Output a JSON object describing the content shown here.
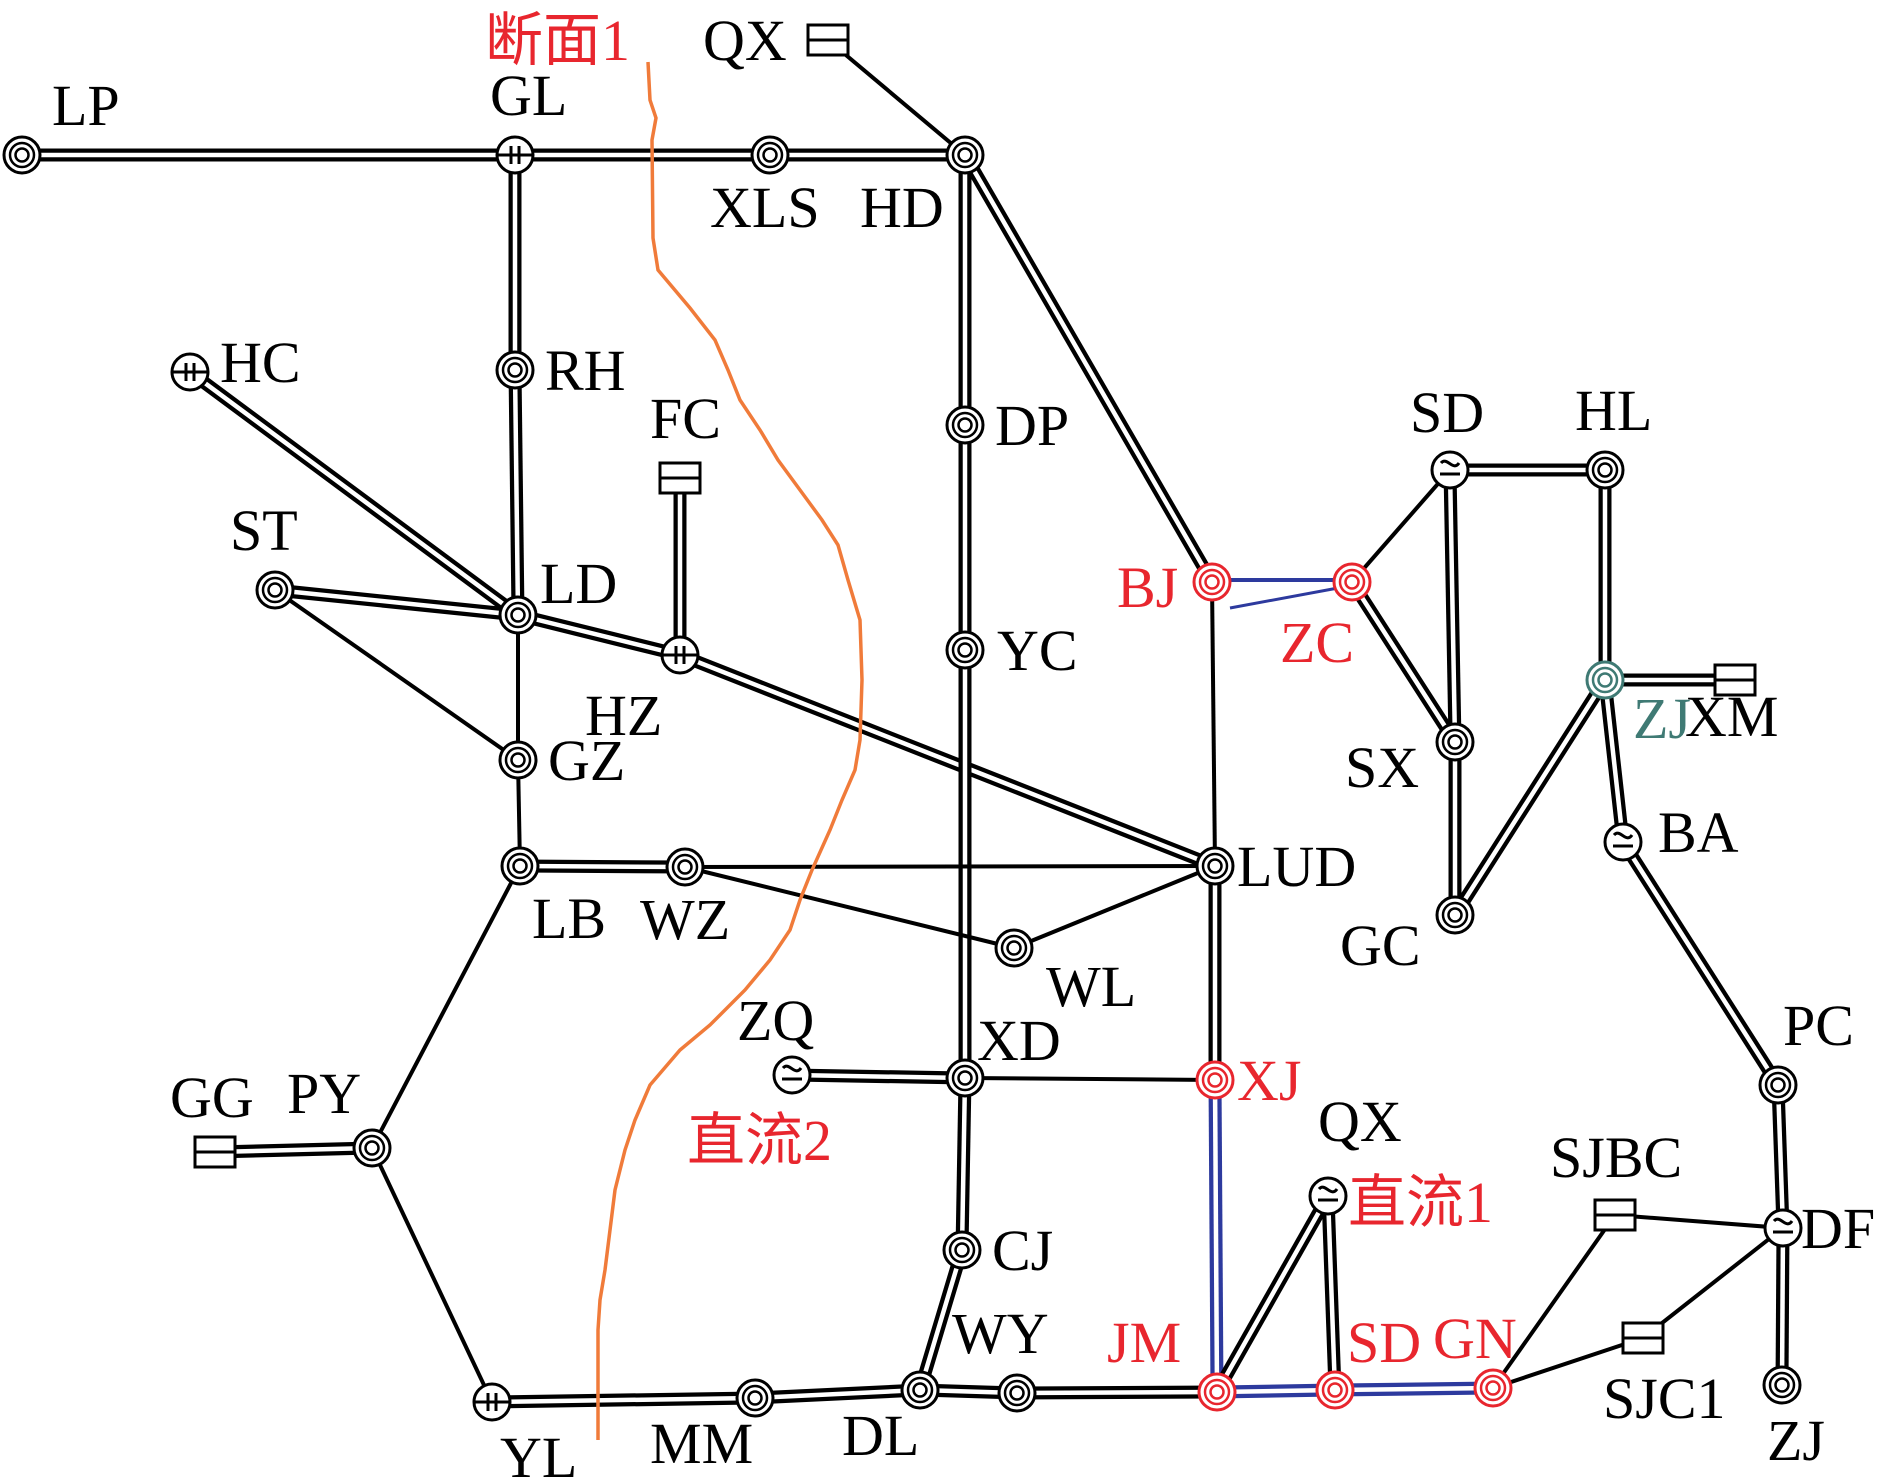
{
  "colors": {
    "line": "#000000",
    "highlight": "#e8262e",
    "tie_line": "#2d3a9e",
    "section_curve": "#f07b3a",
    "special_node": "#3f7a74"
  },
  "annotations": {
    "section": "断面1",
    "dc1": "直流1",
    "dc2": "直流2"
  },
  "nodes": [
    {
      "id": "LP",
      "label": "LP",
      "type": "bus"
    },
    {
      "id": "GL",
      "label": "GL",
      "type": "plant"
    },
    {
      "id": "XLS",
      "label": "XLS",
      "type": "bus"
    },
    {
      "id": "HD",
      "label": "HD",
      "type": "bus"
    },
    {
      "id": "QX1",
      "label": "QX",
      "type": "transformer"
    },
    {
      "id": "HC",
      "label": "HC",
      "type": "plant"
    },
    {
      "id": "RH",
      "label": "RH",
      "type": "bus"
    },
    {
      "id": "FC",
      "label": "FC",
      "type": "transformer"
    },
    {
      "id": "DP",
      "label": "DP",
      "type": "bus"
    },
    {
      "id": "ST",
      "label": "ST",
      "type": "bus"
    },
    {
      "id": "LD",
      "label": "LD",
      "type": "bus"
    },
    {
      "id": "HZ",
      "label": "HZ",
      "type": "plant"
    },
    {
      "id": "YC",
      "label": "YC",
      "type": "bus"
    },
    {
      "id": "GZ",
      "label": "GZ",
      "type": "bus"
    },
    {
      "id": "BJ",
      "label": "BJ",
      "type": "bus",
      "highlight": "red"
    },
    {
      "id": "ZC",
      "label": "ZC",
      "type": "bus",
      "highlight": "red"
    },
    {
      "id": "SD1",
      "label": "SD",
      "type": "generator"
    },
    {
      "id": "HL",
      "label": "HL",
      "type": "bus"
    },
    {
      "id": "ZJ1",
      "label": "ZJ",
      "type": "bus",
      "highlight": "teal"
    },
    {
      "id": "XM",
      "label": "XM",
      "type": "transformer"
    },
    {
      "id": "SX",
      "label": "SX",
      "type": "bus"
    },
    {
      "id": "BA",
      "label": "BA",
      "type": "generator"
    },
    {
      "id": "LB",
      "label": "LB",
      "type": "bus"
    },
    {
      "id": "WZ",
      "label": "WZ",
      "type": "bus"
    },
    {
      "id": "LUD",
      "label": "LUD",
      "type": "bus"
    },
    {
      "id": "GC",
      "label": "GC",
      "type": "bus"
    },
    {
      "id": "WL",
      "label": "WL",
      "type": "bus"
    },
    {
      "id": "ZQ",
      "label": "ZQ",
      "type": "generator"
    },
    {
      "id": "XD",
      "label": "XD",
      "type": "bus"
    },
    {
      "id": "XJ",
      "label": "XJ",
      "type": "bus",
      "highlight": "red"
    },
    {
      "id": "PC",
      "label": "PC",
      "type": "bus"
    },
    {
      "id": "GG",
      "label": "GG",
      "type": "transformer"
    },
    {
      "id": "PY",
      "label": "PY",
      "type": "bus"
    },
    {
      "id": "QX2",
      "label": "QX",
      "type": "generator"
    },
    {
      "id": "SJBC",
      "label": "SJBC",
      "type": "transformer"
    },
    {
      "id": "DF",
      "label": "DF",
      "type": "generator"
    },
    {
      "id": "CJ",
      "label": "CJ",
      "type": "bus"
    },
    {
      "id": "WY",
      "label": "WY",
      "type": "bus"
    },
    {
      "id": "JM",
      "label": "JM",
      "type": "bus",
      "highlight": "red"
    },
    {
      "id": "SD2",
      "label": "SD",
      "type": "bus",
      "highlight": "red"
    },
    {
      "id": "GN",
      "label": "GN",
      "type": "bus",
      "highlight": "red"
    },
    {
      "id": "SJC1",
      "label": "SJC1",
      "type": "transformer"
    },
    {
      "id": "YL",
      "label": "YL",
      "type": "plant"
    },
    {
      "id": "MM",
      "label": "MM",
      "type": "bus"
    },
    {
      "id": "DL",
      "label": "DL",
      "type": "bus"
    },
    {
      "id": "ZJ2",
      "label": "ZJ",
      "type": "bus"
    }
  ],
  "edges": [
    {
      "from": "LP",
      "to": "GL",
      "kind": "double"
    },
    {
      "from": "GL",
      "to": "XLS",
      "kind": "double"
    },
    {
      "from": "XLS",
      "to": "HD",
      "kind": "double"
    },
    {
      "from": "QX1",
      "to": "HD",
      "kind": "single"
    },
    {
      "from": "GL",
      "to": "RH",
      "kind": "double"
    },
    {
      "from": "RH",
      "to": "LD",
      "kind": "double"
    },
    {
      "from": "HC",
      "to": "LD",
      "kind": "double"
    },
    {
      "from": "ST",
      "to": "LD",
      "kind": "double"
    },
    {
      "from": "ST",
      "to": "GZ",
      "kind": "single"
    },
    {
      "from": "LD",
      "to": "HZ",
      "kind": "double"
    },
    {
      "from": "FC",
      "to": "HZ",
      "kind": "double"
    },
    {
      "from": "HZ",
      "to": "LUD",
      "kind": "double"
    },
    {
      "from": "LD",
      "to": "GZ",
      "kind": "single"
    },
    {
      "from": "GZ",
      "to": "LB",
      "kind": "single"
    },
    {
      "from": "HD",
      "to": "DP",
      "kind": "double"
    },
    {
      "from": "DP",
      "to": "YC",
      "kind": "double"
    },
    {
      "from": "YC",
      "to": "XD",
      "kind": "double"
    },
    {
      "from": "HD",
      "to": "BJ",
      "kind": "double"
    },
    {
      "from": "BJ",
      "to": "ZC",
      "kind": "tie"
    },
    {
      "from": "BJ",
      "to": "LUD",
      "kind": "single"
    },
    {
      "from": "ZC",
      "to": "SD1",
      "kind": "single"
    },
    {
      "from": "ZC",
      "to": "SX",
      "kind": "double"
    },
    {
      "from": "SD1",
      "to": "HL",
      "kind": "double"
    },
    {
      "from": "SD1",
      "to": "SX",
      "kind": "double"
    },
    {
      "from": "SX",
      "to": "GC",
      "kind": "double"
    },
    {
      "from": "HL",
      "to": "ZJ1",
      "kind": "double"
    },
    {
      "from": "ZJ1",
      "to": "XM",
      "kind": "double"
    },
    {
      "from": "ZJ1",
      "to": "GC",
      "kind": "double"
    },
    {
      "from": "ZJ1",
      "to": "BA",
      "kind": "double"
    },
    {
      "from": "BA",
      "to": "PC",
      "kind": "double"
    },
    {
      "from": "PC",
      "to": "DF",
      "kind": "double"
    },
    {
      "from": "DF",
      "to": "ZJ2",
      "kind": "double"
    },
    {
      "from": "SJBC",
      "to": "DF",
      "kind": "single"
    },
    {
      "from": "SJC1",
      "to": "DF",
      "kind": "single"
    },
    {
      "from": "SJBC",
      "to": "GN",
      "kind": "single"
    },
    {
      "from": "SJC1",
      "to": "GN",
      "kind": "single"
    },
    {
      "from": "LB",
      "to": "WZ",
      "kind": "double"
    },
    {
      "from": "WZ",
      "to": "LUD",
      "kind": "single"
    },
    {
      "from": "WZ",
      "to": "WL",
      "kind": "single"
    },
    {
      "from": "WL",
      "to": "LUD",
      "kind": "single"
    },
    {
      "from": "LUD",
      "to": "XJ",
      "kind": "double"
    },
    {
      "from": "XJ",
      "to": "JM",
      "kind": "tie-double"
    },
    {
      "from": "ZQ",
      "to": "XD",
      "kind": "double"
    },
    {
      "from": "XD",
      "to": "XJ",
      "kind": "single"
    },
    {
      "from": "XD",
      "to": "CJ",
      "kind": "double"
    },
    {
      "from": "CJ",
      "to": "DL",
      "kind": "double"
    },
    {
      "from": "GG",
      "to": "PY",
      "kind": "double"
    },
    {
      "from": "LB",
      "to": "PY",
      "kind": "single"
    },
    {
      "from": "PY",
      "to": "YL",
      "kind": "single"
    },
    {
      "from": "YL",
      "to": "MM",
      "kind": "double"
    },
    {
      "from": "MM",
      "to": "DL",
      "kind": "double"
    },
    {
      "from": "DL",
      "to": "WY",
      "kind": "double"
    },
    {
      "from": "WY",
      "to": "JM",
      "kind": "double"
    },
    {
      "from": "JM",
      "to": "QX2",
      "kind": "double"
    },
    {
      "from": "QX2",
      "to": "SD2",
      "kind": "double"
    },
    {
      "from": "JM",
      "to": "SD2",
      "kind": "tie-double"
    },
    {
      "from": "SD2",
      "to": "GN",
      "kind": "tie-double"
    }
  ]
}
